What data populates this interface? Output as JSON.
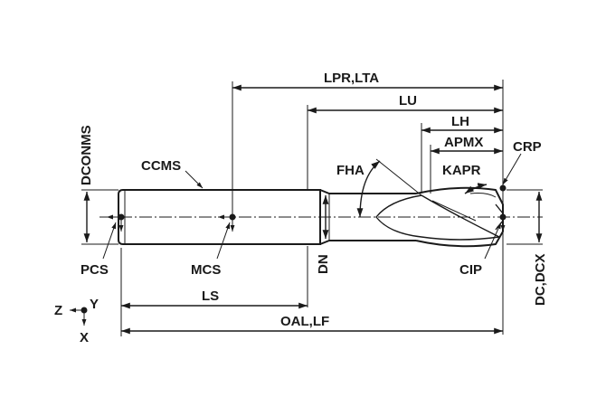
{
  "labels": {
    "lpr_lta": "LPR,LTA",
    "lu": "LU",
    "lh": "LH",
    "apmx": "APMX",
    "crp": "CRP",
    "kapr": "KAPR",
    "dconms": "DCONMS",
    "ccms": "CCMS",
    "fha": "FHA",
    "pcs": "PCS",
    "mcs": "MCS",
    "dn": "DN",
    "cip": "CIP",
    "dc_dcx": "DC,DCX",
    "ls": "LS",
    "oal_lf": "OAL,LF",
    "axis_z": "Z",
    "axis_y": "Y",
    "axis_x": "X"
  }
}
